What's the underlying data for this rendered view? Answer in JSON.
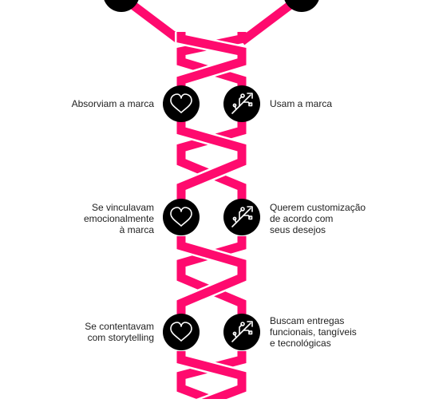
{
  "colors": {
    "accent": "#ff0a6e",
    "icon_bg": "#000000",
    "icon_stroke": "#ffffff",
    "text": "#222222"
  },
  "icons": {
    "left": "heart-icon",
    "right": "usb-icon"
  },
  "rows": [
    {
      "left": "",
      "right": ""
    },
    {
      "left": "Absorviam a marca",
      "right": "Usam a marca"
    },
    {
      "left": "Se vinculavam\nemocionalmente\nà marca",
      "right": "Querem customização\nde acordo com\nseus desejos"
    },
    {
      "left": "Se contentavam\ncom storytelling",
      "right": "Buscam entregas\nfuncionais, tangíveis\ne tecnológicas"
    }
  ]
}
